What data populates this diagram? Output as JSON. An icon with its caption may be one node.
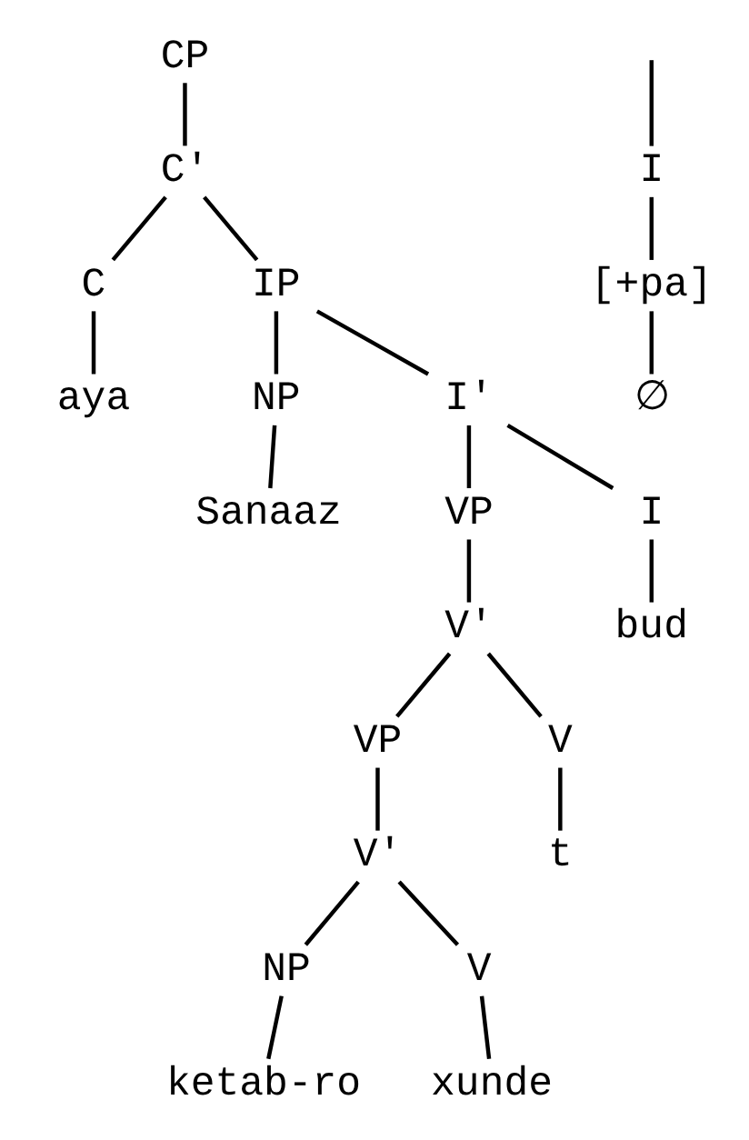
{
  "diagram": {
    "nodes": [
      {
        "text": [
          "CP"
        ]
      },
      {
        "text": [
          "C′"
        ]
      },
      {
        "text": [
          "C"
        ]
      },
      {
        "text": [
          "IP"
        ]
      },
      {
        "text": [
          "aya"
        ]
      },
      {
        "text": [
          "NP"
        ]
      },
      {
        "text": [
          "Sanaaz"
        ]
      },
      {
        "text": [
          "I′"
        ]
      },
      {
        "text": [
          "VP"
        ]
      },
      {
        "text": [
          "I"
        ]
      },
      {
        "text": [
          "V′"
        ]
      },
      {
        "text": [
          "bud"
        ]
      },
      {
        "text": [
          "VP"
        ]
      },
      {
        "text": [
          "V"
        ]
      },
      {
        "text": [
          "V′"
        ]
      },
      {
        "text": [
          "t"
        ]
      },
      {
        "text": [
          "NP"
        ]
      },
      {
        "text": [
          "V"
        ]
      },
      {
        "text": [
          "ketab-ro"
        ]
      },
      {
        "text": [
          "xunde"
        ]
      },
      {
        "text": [
          "I"
        ]
      },
      {
        "text": [
          "[+pa]"
        ]
      },
      {
        "text": [
          "∅"
        ]
      }
    ],
    "edges": [
      {
        "from": 0,
        "to": 1,
        "arrow": "none"
      },
      {
        "from": 1,
        "to": 2,
        "arrow": "none"
      },
      {
        "from": 1,
        "to": 3,
        "arrow": "none"
      },
      {
        "from": 2,
        "to": 4,
        "arrow": "none"
      },
      {
        "from": 3,
        "to": 5,
        "arrow": "none"
      },
      {
        "from": 3,
        "to": 7,
        "arrow": "none"
      },
      {
        "from": 5,
        "to": 6,
        "arrow": "none"
      },
      {
        "from": 7,
        "to": 8,
        "arrow": "none"
      },
      {
        "from": 7,
        "to": 9,
        "arrow": "none"
      },
      {
        "from": 9,
        "to": 11,
        "arrow": "none"
      },
      {
        "from": 8,
        "to": 10,
        "arrow": "none"
      },
      {
        "from": 10,
        "to": 12,
        "arrow": "none"
      },
      {
        "from": 10,
        "to": 13,
        "arrow": "none"
      },
      {
        "from": 13,
        "to": 15,
        "arrow": "none"
      },
      {
        "from": 12,
        "to": 14,
        "arrow": "none"
      },
      {
        "from": 14,
        "to": 16,
        "arrow": "none"
      },
      {
        "from": 14,
        "to": 17,
        "arrow": "none"
      },
      {
        "from": 16,
        "to": 18,
        "arrow": "none"
      },
      {
        "from": 17,
        "to": 19,
        "arrow": "none"
      },
      {
        "from": null,
        "to": 20,
        "arrow": "none"
      },
      {
        "from": 20,
        "to": 21,
        "arrow": "none"
      },
      {
        "from": 21,
        "to": 22,
        "arrow": "none"
      }
    ]
  }
}
